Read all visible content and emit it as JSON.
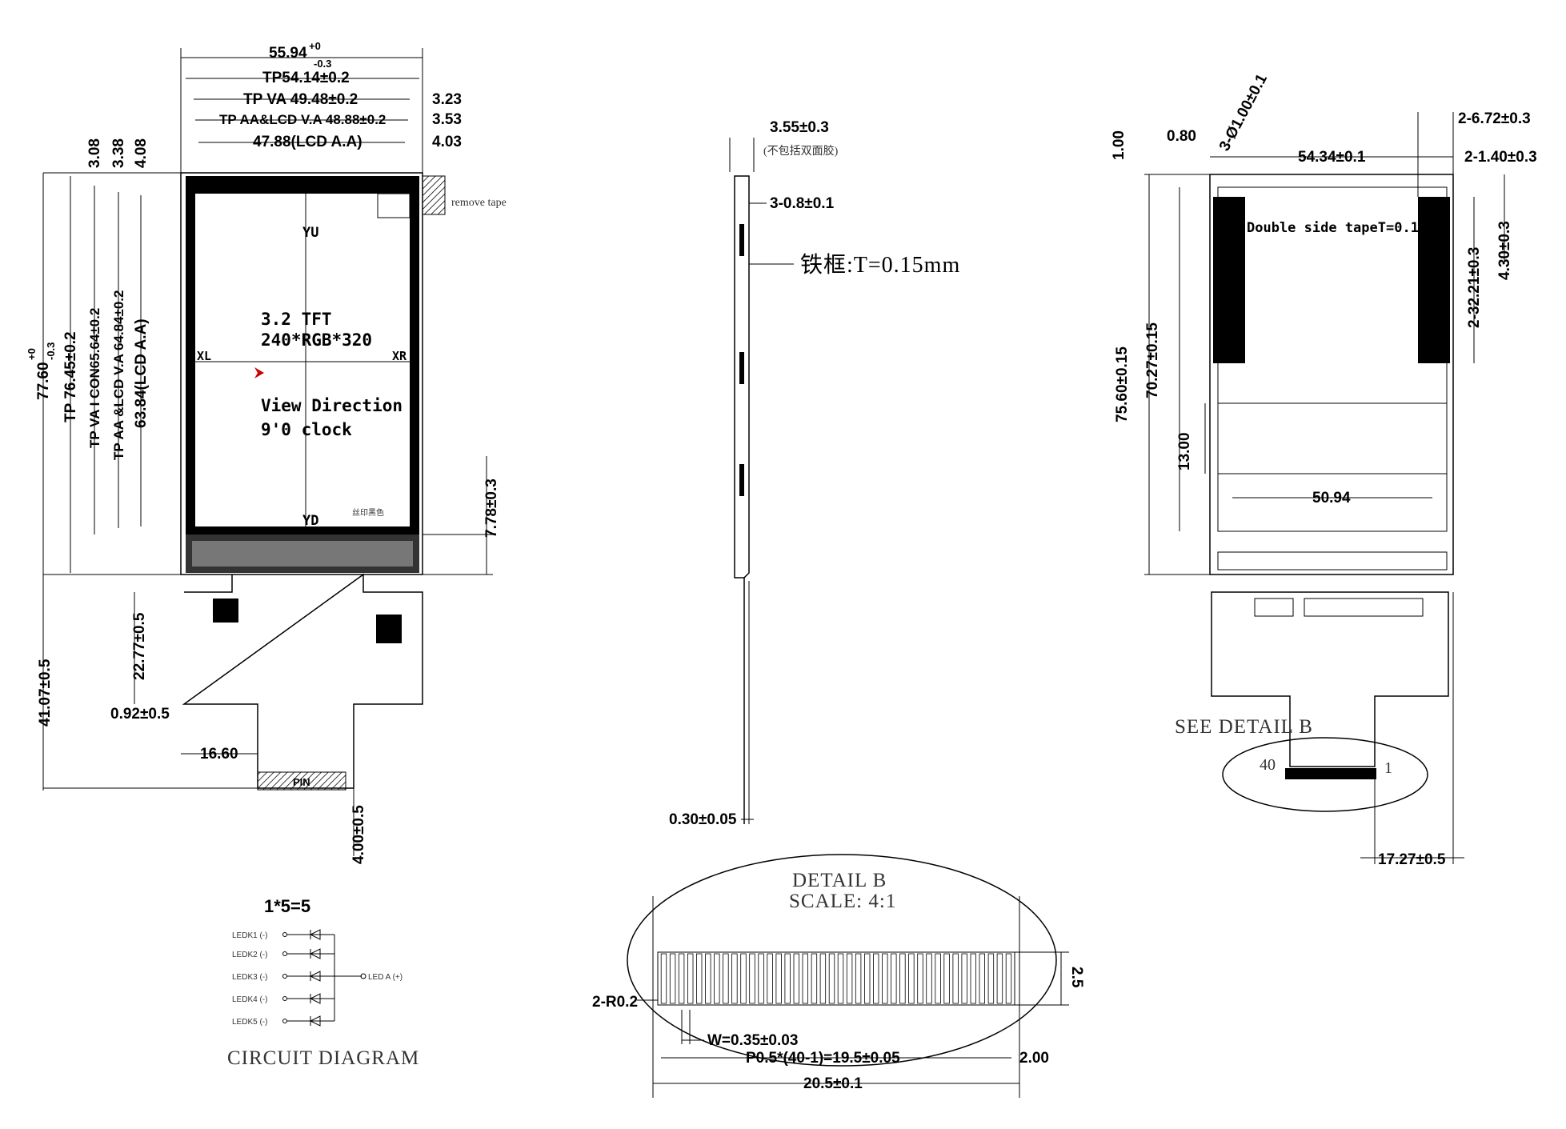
{
  "front_view": {
    "dims_top": [
      "55.94",
      "+0",
      "-0.3",
      "TP54.14±0.2",
      "TP VA  49.48±0.2",
      "TP AA&LCD V.A 48.88±0.2",
      "47.88(LCD A.A)"
    ],
    "dims_right_small": [
      "3.23",
      "3.53",
      "4.03"
    ],
    "dims_left_small": [
      "3.08",
      "3.38",
      "4.08"
    ],
    "dims_vertical": [
      "77.60",
      "+0",
      "-0.3",
      "TP 76.45±0.2",
      "TP VA I CON65.64±0.2",
      "TP AA &LCD V.A 64.84±0.2",
      "63.84(LCD A.A)"
    ],
    "labels": {
      "remove_tape": "remove tape",
      "yu": "YU",
      "yd": "YD",
      "xl": "XL",
      "xr": "XR",
      "size": "3.2 TFT",
      "resolution": "240*RGB*320",
      "view1": "View Direction",
      "view2": "9'0 clock",
      "silk": "丝印黑色",
      "fpc_mark": "PIN"
    },
    "dims_lower": [
      "7.78±0.3",
      "41.07±0.5",
      "22.77±0.5",
      "0.92±0.5",
      "16.60",
      "4.00±0.5"
    ]
  },
  "side_view": {
    "thickness": "3.55±0.3",
    "thickness_note": "(不包括双面胶)",
    "step": "3-0.8±0.1",
    "frame": "铁框:T=0.15mm",
    "fpc_thickness": "0.30±0.05"
  },
  "back_view": {
    "dims": [
      "1.00",
      "0.80",
      "3-Ø1.00±0.1",
      "54.34±0.1",
      "2-6.72±0.3",
      "2-1.40±0.3",
      "4.30±0.3",
      "2-32.21±0.3",
      "75.60±0.15",
      "70.27±0.15",
      "13.00",
      "50.94",
      "17.27±0.5"
    ],
    "tape_label": "Double side tapeT=0.1",
    "see_detail": "SEE DETAIL B",
    "pin_40": "40",
    "pin_1": "1"
  },
  "detail_b": {
    "title": "DETAIL B",
    "scale": "SCALE: 4:1",
    "radius": "2-R0.2",
    "height": "2.5",
    "width_pin": "W=0.35±0.03",
    "pitch": "P0.5*(40-1)=19.5±0.05",
    "total": "20.5±0.1",
    "edge": "2.00",
    "pin_count": 40
  },
  "circuit": {
    "title": "CIRCUIT DIAGRAM",
    "formula": "1*5=5",
    "pins": [
      "LEDK1 (-)",
      "LEDK2 (-)",
      "LEDK3 (-)",
      "LEDK4 (-)",
      "LEDK5 (-)"
    ],
    "anode": "LED A (+)"
  }
}
